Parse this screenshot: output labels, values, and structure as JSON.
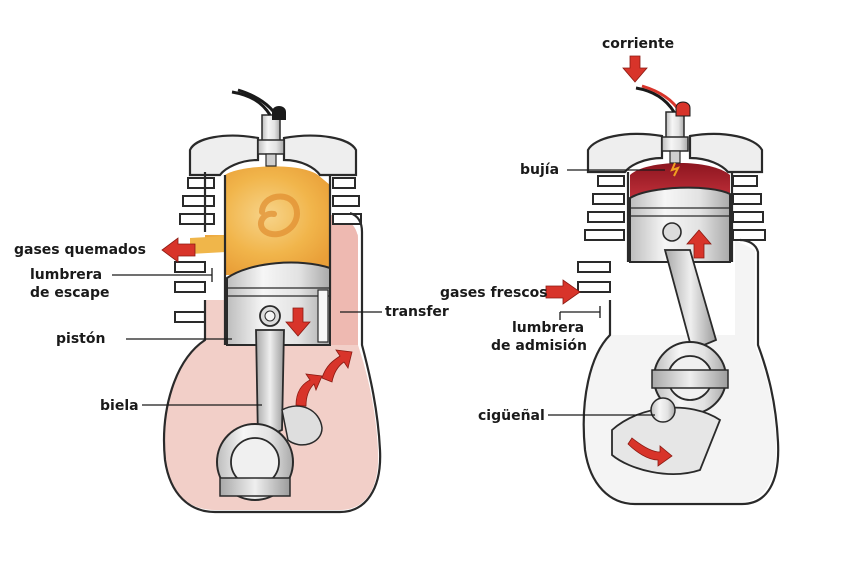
{
  "left_engine": {
    "labels": {
      "exhaust_gases": "gases quemados",
      "exhaust_port_line1": "lumbrera",
      "exhaust_port_line2": "de escape",
      "transfer": "transfer",
      "piston": "pistón",
      "connecting_rod": "biela"
    }
  },
  "right_engine": {
    "labels": {
      "current": "corriente",
      "spark_plug": "bujía",
      "fresh_gases": "gases frescos",
      "intake_port_line1": "lumbrera",
      "intake_port_line2": "de admisión",
      "crankshaft": "cigüeñal"
    }
  },
  "colors": {
    "combustion": "#f0b64a",
    "crankcase_mixture": "#f2cfc8",
    "fresh_charge": "#a8202a",
    "arrow": "#d8342a",
    "metal": "#e9e9e9"
  }
}
